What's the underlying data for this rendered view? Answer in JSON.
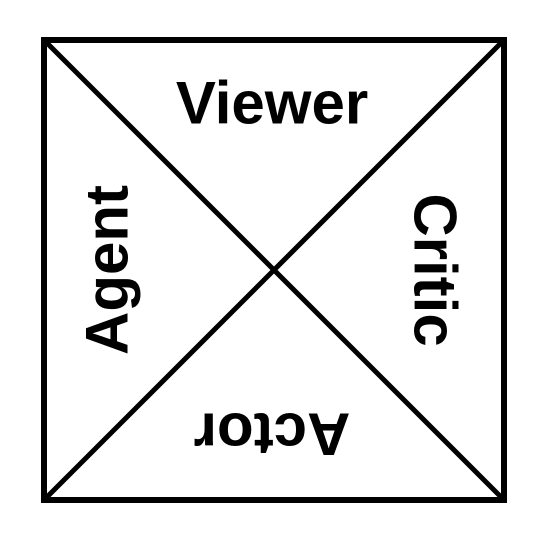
{
  "diagram": {
    "labels": {
      "top": "Viewer",
      "right": "Critic",
      "bottom": "Actor",
      "left": "Agent"
    },
    "colors": {
      "stroke": "#000000",
      "background": "#ffffff",
      "text": "#000000"
    }
  }
}
